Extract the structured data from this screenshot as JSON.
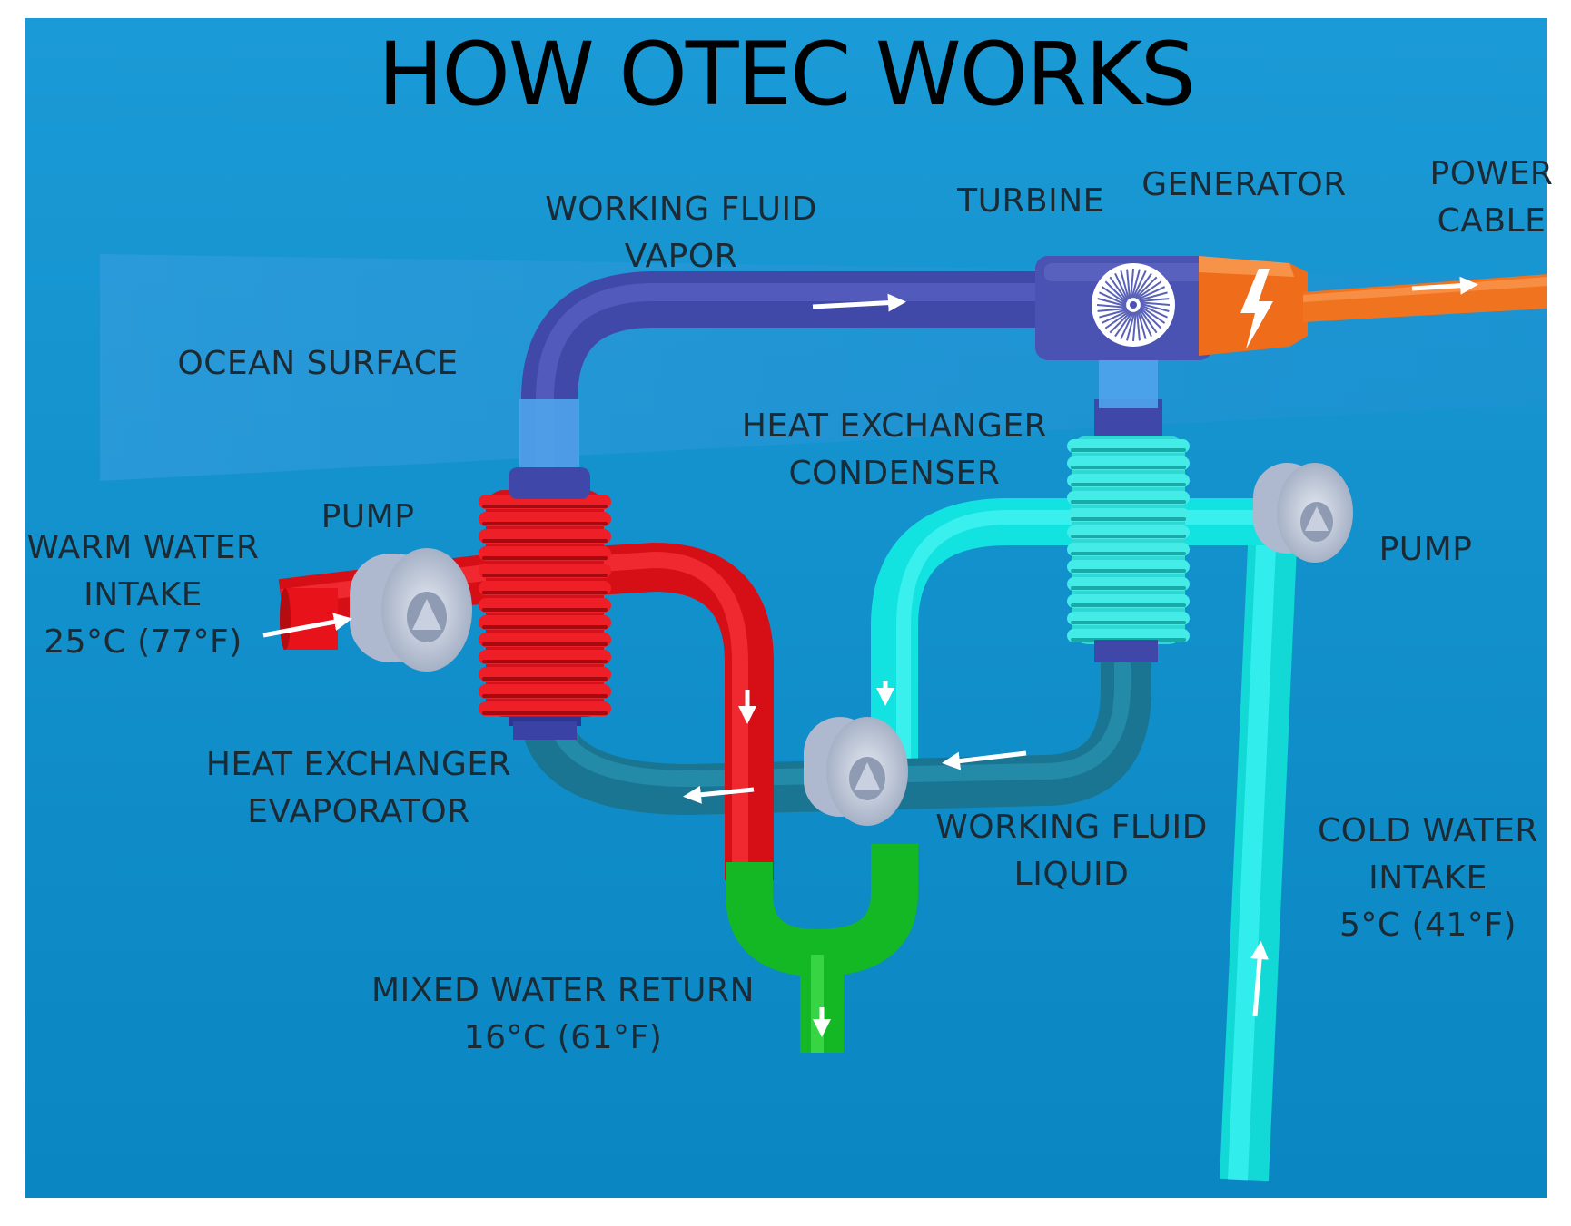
{
  "title": "HOW OTEC WORKS",
  "colors": {
    "background": "#0b8fcc",
    "vapor_pipe": "#4d55b5",
    "warm_water": "#e8121b",
    "cold_water": "#14f0ee",
    "working_fluid_liquid": "#1d7f9c",
    "mixed_water": "#17cc2a",
    "power_cable": "#f27420",
    "pump_housing": "#b9c4d8"
  },
  "labels": {
    "working_fluid_vapor": [
      "WORKING FLUID",
      "VAPOR"
    ],
    "turbine": [
      "TURBINE"
    ],
    "generator": [
      "GENERATOR"
    ],
    "power_cable": [
      "POWER",
      "CABLE"
    ],
    "ocean_surface": [
      "OCEAN SURFACE"
    ],
    "heat_exchanger_condenser": [
      "HEAT EXCHANGER",
      "CONDENSER"
    ],
    "pump_left": [
      "PUMP"
    ],
    "pump_right": [
      "PUMP"
    ],
    "warm_water_intake": [
      "WARM WATER",
      "INTAKE",
      "25°C (77°F)"
    ],
    "heat_exchanger_evaporator": [
      "HEAT EXCHANGER",
      "EVAPORATOR"
    ],
    "working_fluid_liquid": [
      "WORKING FLUID",
      "LIQUID"
    ],
    "cold_water_intake": [
      "COLD WATER",
      "INTAKE",
      "5°C (41°F)"
    ],
    "mixed_water_return": [
      "MIXED WATER RETURN",
      "16°C (61°F)"
    ]
  }
}
